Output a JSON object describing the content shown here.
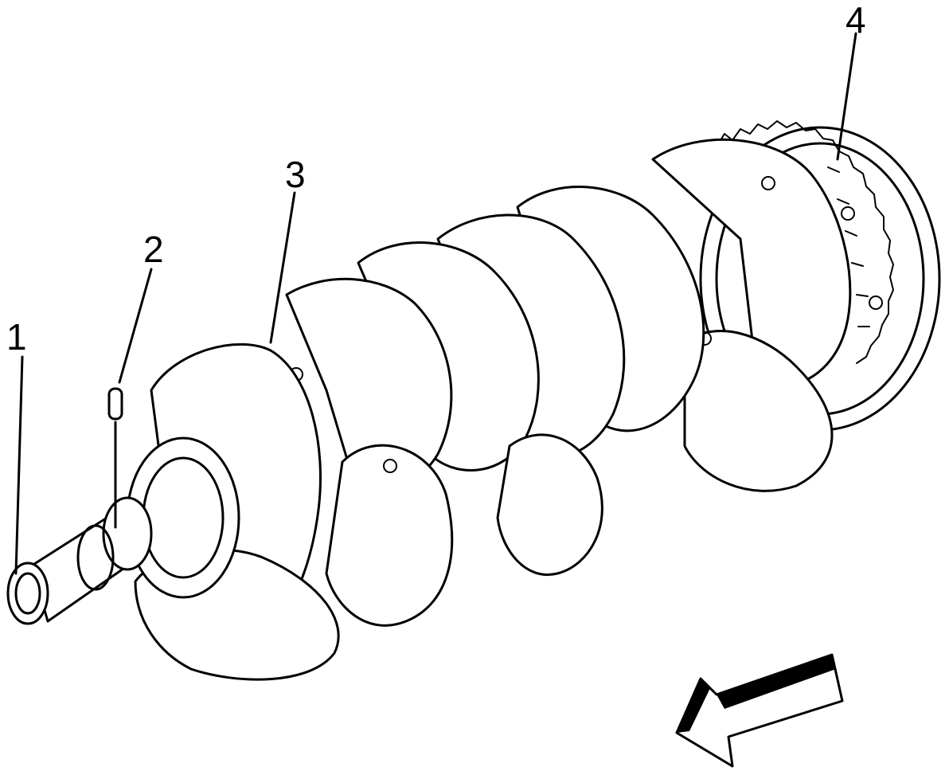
{
  "diagram": {
    "subject": "crankshaft",
    "callouts": [
      {
        "id": "1",
        "label": "1"
      },
      {
        "id": "2",
        "label": "2"
      },
      {
        "id": "3",
        "label": "3"
      },
      {
        "id": "4",
        "label": "4"
      }
    ],
    "icons": [
      "direction-arrow-icon"
    ],
    "colors": {
      "line": "#000000",
      "background": "#ffffff"
    }
  }
}
